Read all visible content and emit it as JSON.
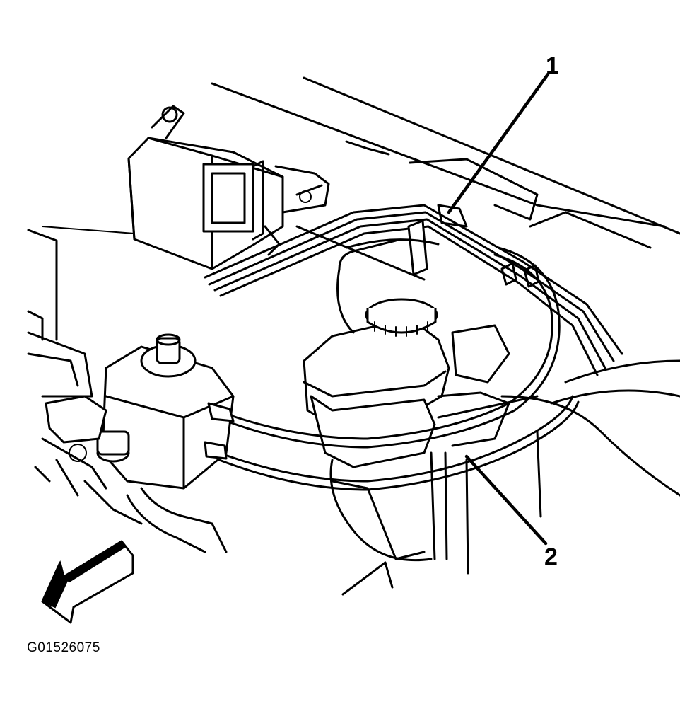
{
  "callouts": {
    "one": "1",
    "two": "2"
  },
  "figure_id": "G01526075"
}
